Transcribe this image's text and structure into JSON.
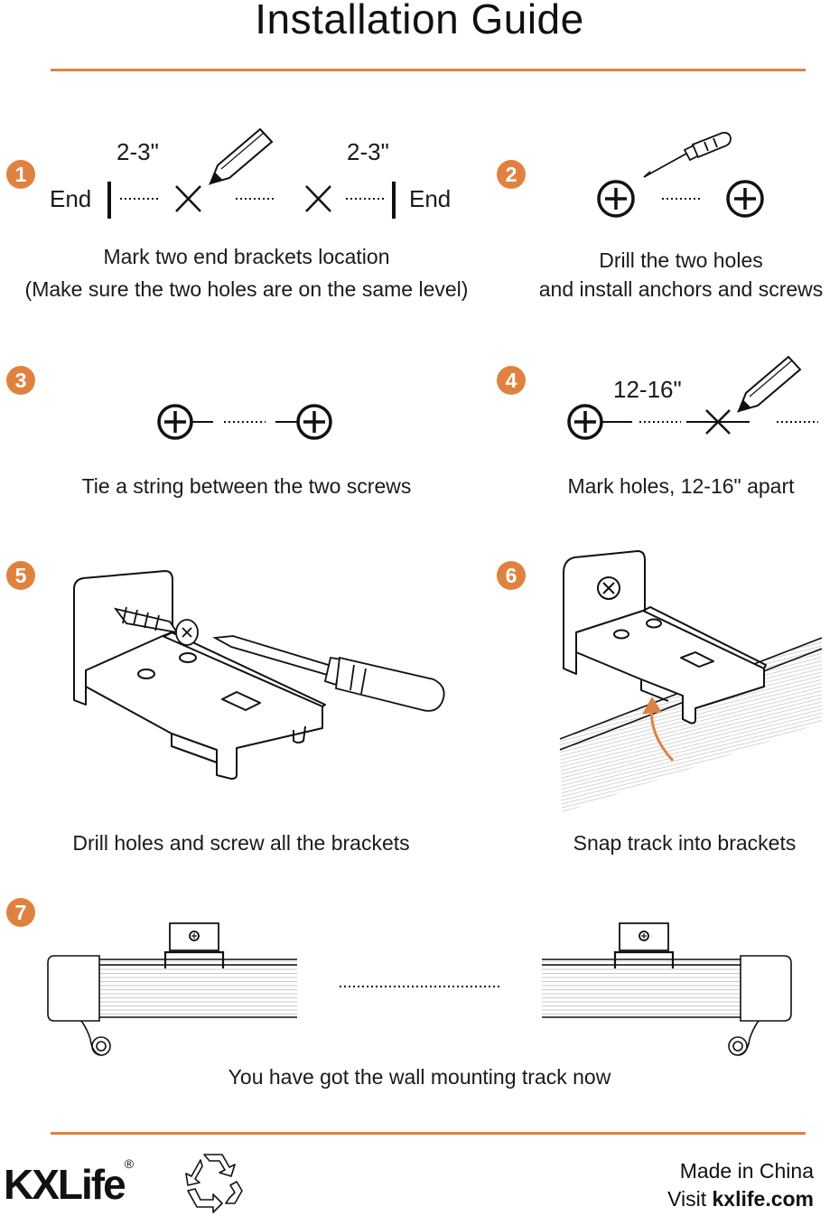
{
  "header": {
    "title": "Installation Guide"
  },
  "accent_color": "#e0823f",
  "steps": [
    {
      "number": "1",
      "caption_line1": "Mark two end brackets location",
      "caption_line2": "(Make sure the two holes are on the same level)",
      "end_label": "End",
      "distance": "2-3\""
    },
    {
      "number": "2",
      "caption_line1": "Drill the two holes",
      "caption_line2": "and install anchors and screws"
    },
    {
      "number": "3",
      "caption": "Tie a string between the two screws"
    },
    {
      "number": "4",
      "caption": "Mark holes, 12-16\" apart",
      "distance": "12-16\""
    },
    {
      "number": "5",
      "caption": "Drill holes and screw all the brackets"
    },
    {
      "number": "6",
      "caption": "Snap track into brackets"
    },
    {
      "number": "7",
      "caption": "You have got the wall mounting track now"
    }
  ],
  "footer": {
    "brand": "KXLife",
    "registered_mark": "®",
    "made_in": "Made in China",
    "visit_prefix": "Visit ",
    "website": "kxlife.com"
  },
  "icons": [
    "pencil-icon",
    "screwdriver-icon",
    "screw-head-icon",
    "bracket-icon",
    "track-icon",
    "recycle-icon"
  ]
}
